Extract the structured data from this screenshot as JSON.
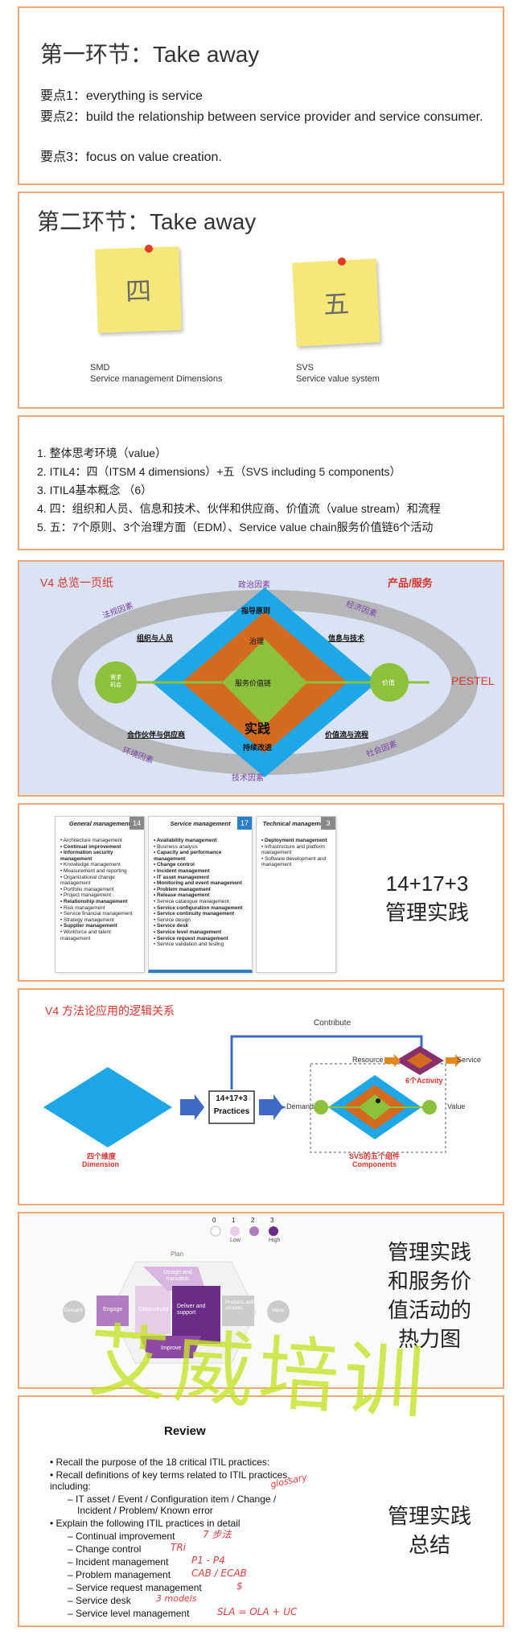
{
  "s1": {
    "title": "第一环节：Take away",
    "points": [
      "要点1：everything is service",
      "要点2：build the relationship between service provider and service consumer.",
      "要点3：focus on value creation."
    ]
  },
  "s2": {
    "title": "第二环节：Take away",
    "note_left": "四",
    "note_right": "五",
    "cap_left_1": "SMD",
    "cap_left_2": "Service management Dimensions",
    "cap_right_1": "SVS",
    "cap_right_2": "Service value system"
  },
  "s3": {
    "items": [
      "1.   整体思考环境（value）",
      "2.   ITIL4：四（ITSM 4 dimensions）+五（SVS including 5 components）",
      "3.   ITIL4基本概念 （6）",
      "4.   四：组织和人员、信息和技术、伙伴和供应商、价值流（value stream）和流程",
      "5.   五：7个原则、3个治理方面（EDM）、Service value chain服务价值链6个活动"
    ]
  },
  "s4": {
    "title": "V4 总览一页纸",
    "product": "产品/服务",
    "pestel": "PESTEL",
    "zhengzhi": "政治因素",
    "jingji": "经济因素",
    "falv": "法规因素",
    "shehui": "社会因素",
    "huanjing": "环境因素",
    "jishu": "技术因素",
    "zhidao": "指导原则",
    "zhili": "治理",
    "zuzhi": "组织与人员",
    "xinxi": "信息与技术",
    "huoban": "合作伙伴与供应商",
    "jiazhi_liu": "价值流与流程",
    "core": "服务价值链",
    "shijian": "实践",
    "chixu": "持续改进",
    "demand": "需求\n机会",
    "value": "价值"
  },
  "s5": {
    "general_title": "General management",
    "general_num": "14",
    "general_items": [
      {
        "t": "Architecture management",
        "b": false
      },
      {
        "t": "Continual improvement",
        "b": true
      },
      {
        "t": "Information security management",
        "b": true
      },
      {
        "t": "Knowledge management",
        "b": false
      },
      {
        "t": "Measurement and reporting",
        "b": false
      },
      {
        "t": "Organizational change management",
        "b": false
      },
      {
        "t": "Portfolio management",
        "b": false
      },
      {
        "t": "Project management",
        "b": false
      },
      {
        "t": "Relationship management",
        "b": true
      },
      {
        "t": "Risk management",
        "b": false
      },
      {
        "t": "Service financial management",
        "b": false
      },
      {
        "t": "Strategy management",
        "b": false
      },
      {
        "t": "Supplier management",
        "b": true
      },
      {
        "t": "Workforce and talent management",
        "b": false
      }
    ],
    "service_title": "Service management",
    "service_num": "17",
    "service_items": [
      {
        "t": "Availability management",
        "b": true
      },
      {
        "t": "Business analysis",
        "b": false
      },
      {
        "t": "Capacity and performance management",
        "b": true
      },
      {
        "t": "Change control",
        "b": true
      },
      {
        "t": "Incident management",
        "b": true
      },
      {
        "t": "IT asset management",
        "b": true
      },
      {
        "t": "Monitoring and event management",
        "b": true
      },
      {
        "t": "Problem management",
        "b": true
      },
      {
        "t": "Release management",
        "b": true
      },
      {
        "t": "Service catalogue management",
        "b": false
      },
      {
        "t": "Service configuration management",
        "b": true
      },
      {
        "t": "Service continuity management",
        "b": true
      },
      {
        "t": "Service design",
        "b": false
      },
      {
        "t": "Service desk",
        "b": true
      },
      {
        "t": "Service level management",
        "b": true
      },
      {
        "t": "Service request management",
        "b": true
      },
      {
        "t": "Service validation and testing",
        "b": false
      }
    ],
    "tech_title": "Technical management",
    "tech_num": "3",
    "tech_items": [
      {
        "t": "Deployment management",
        "b": true
      },
      {
        "t": "Infrastructure and platform management",
        "b": false
      },
      {
        "t": "Software development and management",
        "b": false
      }
    ],
    "label_1": "14+17+3",
    "label_2": "管理实践"
  },
  "s6": {
    "title": "V4 方法论应用的逻辑关系",
    "contribute": "Contribute",
    "resource": "Resource",
    "service": "Service",
    "activity": "6个Activity",
    "practices_1": "14+17+3",
    "practices_2": "Practices",
    "demand": "Demand",
    "value": "Value",
    "dim_1": "四个维度",
    "dim_2": "Dimension",
    "svs_1": "SVS的五个组件",
    "svs_2": "Components"
  },
  "s7": {
    "legend_nums": [
      "0",
      "1",
      "2",
      "3"
    ],
    "low": "Low",
    "high": "High",
    "plan": "Plan",
    "design": "Design and transition",
    "engage": "Engage",
    "obtain": "Obtain/build",
    "deliver": "Deliver and support",
    "improve": "Improve",
    "demand": "Demand",
    "value": "Value",
    "product": "Products and services",
    "label": [
      "管理实践",
      "和服务价",
      "值活动的",
      "热力图"
    ],
    "watermark": "艾威培训"
  },
  "s8": {
    "title": "Review",
    "b1": "Recall the purpose of the 18 critical ITIL practices:",
    "b2": "Recall definitions of key terms related to ITIL practices, including:",
    "b2_sub": "– IT asset /  Event /  Configuration item / Change /",
    "b2_sub2": "Incident / Problem/  Known error",
    "b3": "Explain the following ITIL practices in detail",
    "subs": [
      "– Continual improvement",
      "– Change control",
      "– Incident management",
      "– Problem management",
      "– Service request management",
      "– Service desk",
      "– Service level management"
    ],
    "hand": [
      "7 步法",
      "TRi",
      "P1 - P4",
      "CAB / ECAB",
      "$",
      "3 models",
      "SLA = OLA + UC",
      "glossary"
    ],
    "label_1": "管理实践",
    "label_2": "总结"
  }
}
